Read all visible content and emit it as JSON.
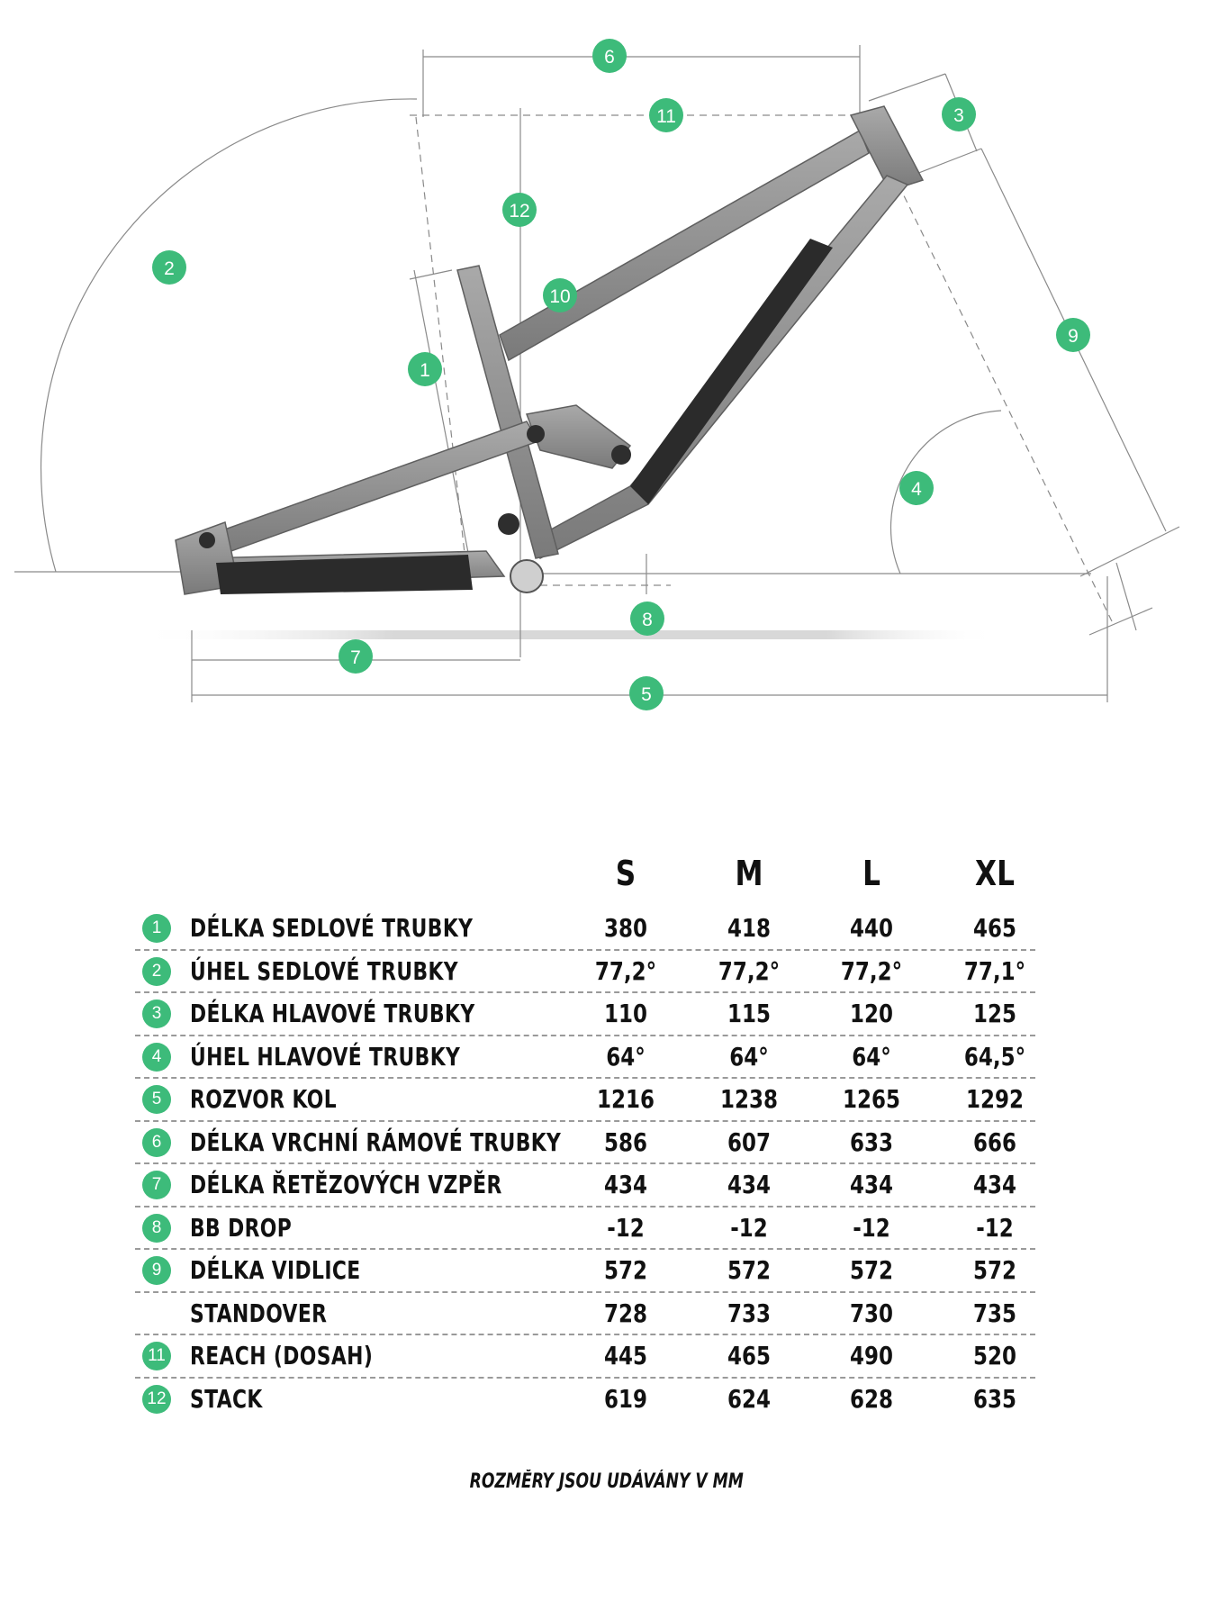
{
  "diagram": {
    "badges": [
      "1",
      "2",
      "3",
      "4",
      "5",
      "6",
      "7",
      "8",
      "9",
      "10",
      "11",
      "12"
    ],
    "accent": "#3dbb7a",
    "frame_color": "#8e8e8e"
  },
  "table": {
    "sizes": [
      "S",
      "M",
      "L",
      "XL"
    ],
    "rows": [
      {
        "num": "1",
        "label": "DÉLKA SEDLOVÉ TRUBKY",
        "values": [
          "380",
          "418",
          "440",
          "465"
        ]
      },
      {
        "num": "2",
        "label": "ÚHEL SEDLOVÉ TRUBKY",
        "values": [
          "77,2°",
          "77,2°",
          "77,2°",
          "77,1°"
        ]
      },
      {
        "num": "3",
        "label": "DÉLKA HLAVOVÉ TRUBKY",
        "values": [
          "110",
          "115",
          "120",
          "125"
        ]
      },
      {
        "num": "4",
        "label": "ÚHEL HLAVOVÉ TRUBKY",
        "values": [
          "64°",
          "64°",
          "64°",
          "64,5°"
        ]
      },
      {
        "num": "5",
        "label": "ROZVOR KOL",
        "values": [
          "1216",
          "1238",
          "1265",
          "1292"
        ]
      },
      {
        "num": "6",
        "label": "DÉLKA VRCHNÍ RÁMOVÉ TRUBKY",
        "values": [
          "586",
          "607",
          "633",
          "666"
        ]
      },
      {
        "num": "7",
        "label": "DÉLKA ŘETĚZOVÝCH VZPĚR",
        "values": [
          "434",
          "434",
          "434",
          "434"
        ]
      },
      {
        "num": "8",
        "label": "BB DROP",
        "values": [
          "-12",
          "-12",
          "-12",
          "-12"
        ]
      },
      {
        "num": "9",
        "label": "DÉLKA VIDLICE",
        "values": [
          "572",
          "572",
          "572",
          "572"
        ]
      },
      {
        "num": "",
        "label": "STANDOVER",
        "values": [
          "728",
          "733",
          "730",
          "735"
        ]
      },
      {
        "num": "11",
        "label": "REACH (DOSAH)",
        "values": [
          "445",
          "465",
          "490",
          "520"
        ]
      },
      {
        "num": "12",
        "label": "STACK",
        "values": [
          "619",
          "624",
          "628",
          "635"
        ]
      }
    ]
  },
  "note": "ROZMĚRY JSOU UDÁVÁNY V MM"
}
